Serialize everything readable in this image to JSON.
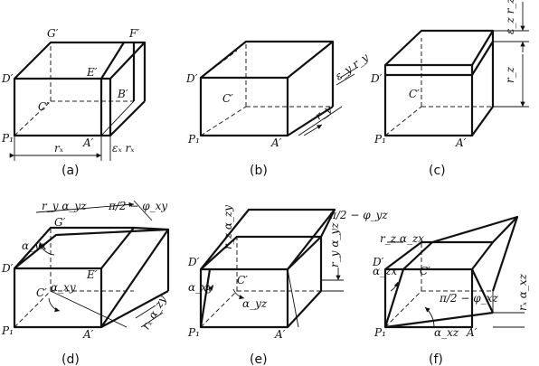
{
  "panels": [
    {
      "caption": "(a)",
      "labels": {
        "g": "G′",
        "f": "F′",
        "d": "D′",
        "e": "E′",
        "c": "C′",
        "b": "B′",
        "p1": "P₁",
        "a": "A′",
        "rx": "rₓ",
        "erx": "εₓ rₓ"
      }
    },
    {
      "caption": "(b)",
      "labels": {
        "d": "D′",
        "c": "C′",
        "p1": "P₁",
        "a": "A′",
        "ry": "r_y",
        "ery": "ε_y r_y"
      }
    },
    {
      "caption": "(c)",
      "labels": {
        "d": "D′",
        "c": "C′",
        "p1": "P₁",
        "a": "A′",
        "rz": "r_z",
        "erz": "ε_z r_z"
      }
    },
    {
      "caption": "(d)",
      "labels": {
        "ryayz": "r_y α_yz",
        "phi": "π/2 − φ_xy",
        "g": "G′",
        "ayx": "α_yx",
        "d": "D′",
        "e": "E′",
        "c": "C′",
        "axy": "α_xy",
        "p1": "P₁",
        "a": "A′",
        "rxazy": "rₓ α_zy"
      }
    },
    {
      "caption": "(e)",
      "labels": {
        "rzazy": "r_z α_zy",
        "phi": "π/2 − φ_yz",
        "d": "D′",
        "ryayz": "r_y α_yz",
        "c": "C′",
        "axy": "α_xy",
        "ayz": "α_yz",
        "p1": "P₁",
        "a": "A′"
      }
    },
    {
      "caption": "(f)",
      "labels": {
        "rzazx": "r_z α_zx",
        "azx": "α_zx",
        "d": "D′",
        "c": "C′",
        "phi": "π/2 − φ_xz",
        "rxaxz": "rₓ α_xz",
        "p1": "P₁",
        "axz": "α_xz",
        "a": "A′"
      }
    }
  ]
}
